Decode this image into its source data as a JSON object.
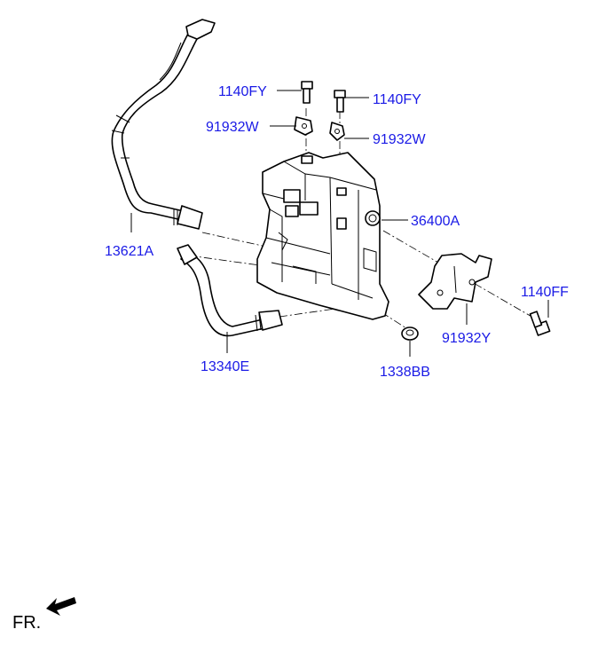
{
  "labels": {
    "p1140fy_left": "1140FY",
    "p1140fy_right": "1140FY",
    "p91932w_left": "91932W",
    "p91932w_right": "91932W",
    "p13621a": "13621A",
    "p36400a": "36400A",
    "p1140ff": "1140FF",
    "p13340e": "13340E",
    "p91932y": "91932Y",
    "p1338bb": "1338BB"
  },
  "direction": {
    "label": "FR."
  },
  "colors": {
    "label": "#1a1ae6",
    "line": "#000000"
  }
}
